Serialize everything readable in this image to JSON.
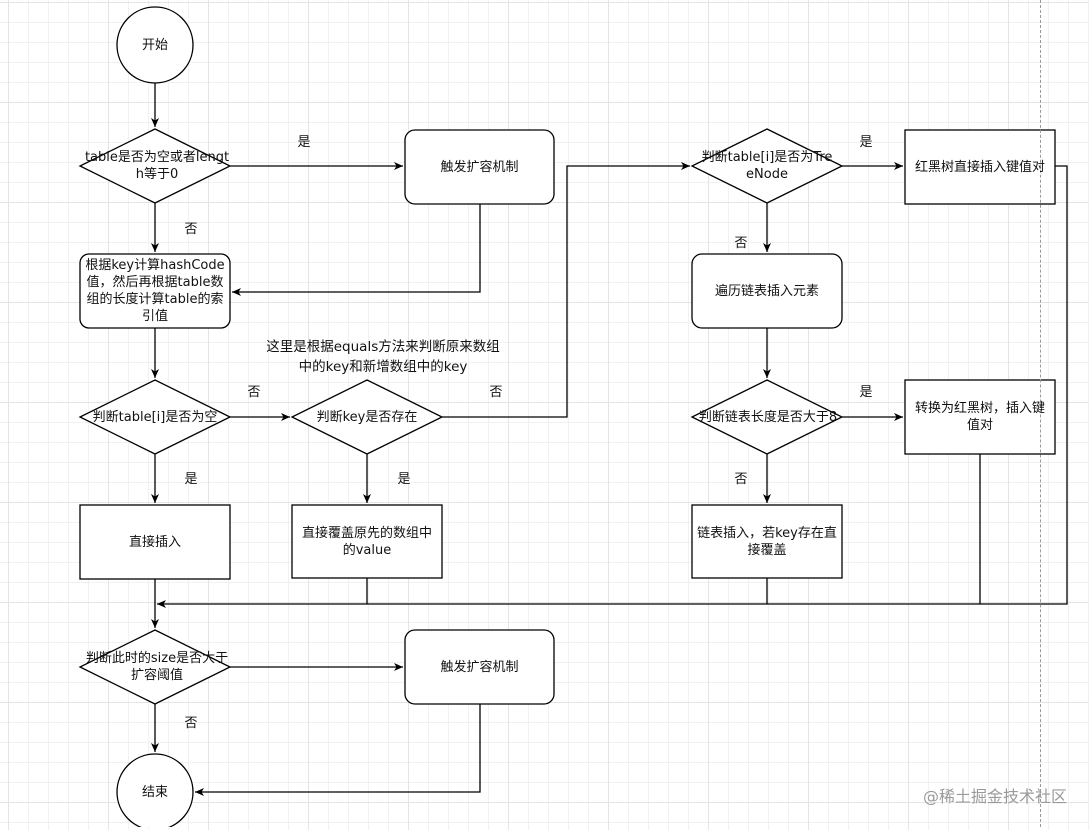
{
  "nodes": {
    "start": "开始",
    "check_table_empty": "table是否为空或者length等于0",
    "resize_1": "触发扩容机制",
    "compute_index": "根据key计算hashCode值，然后再根据table数组的长度计算table的索引值",
    "check_slot_empty": "判断table[i]是否为空",
    "check_key_exists": "判断key是否存在",
    "direct_insert": "直接插入",
    "overwrite_value": "直接覆盖原先的数组中的value",
    "check_treenode": "判断table[i]是否为TreeNode",
    "rbtree_insert": "红黑树直接插入键值对",
    "traverse_list": "遍历链表插入元素",
    "check_list_length": "判断链表长度是否大于8",
    "convert_to_rbtree": "转换为红黑树，插入键值对",
    "list_insert": "链表插入，若key存在直接覆盖",
    "check_size": "判断此时的size是否大于扩容阈值",
    "resize_2": "触发扩容机制",
    "end": "结束"
  },
  "edge_labels": {
    "empty_yes": "是",
    "empty_no": "否",
    "slot_no": "否",
    "slot_yes": "是",
    "key_yes": "是",
    "key_no": "否",
    "treenode_yes": "是",
    "treenode_no": "否",
    "length_yes": "是",
    "length_no": "否",
    "size_no": "否"
  },
  "annotation": "这里是根据equals方法来判断原来数组中的key和新增数组中的key",
  "watermark": "@稀土掘金技术社区",
  "colors": {
    "stroke": "#000000",
    "fill": "#ffffff",
    "text": "#111111"
  }
}
